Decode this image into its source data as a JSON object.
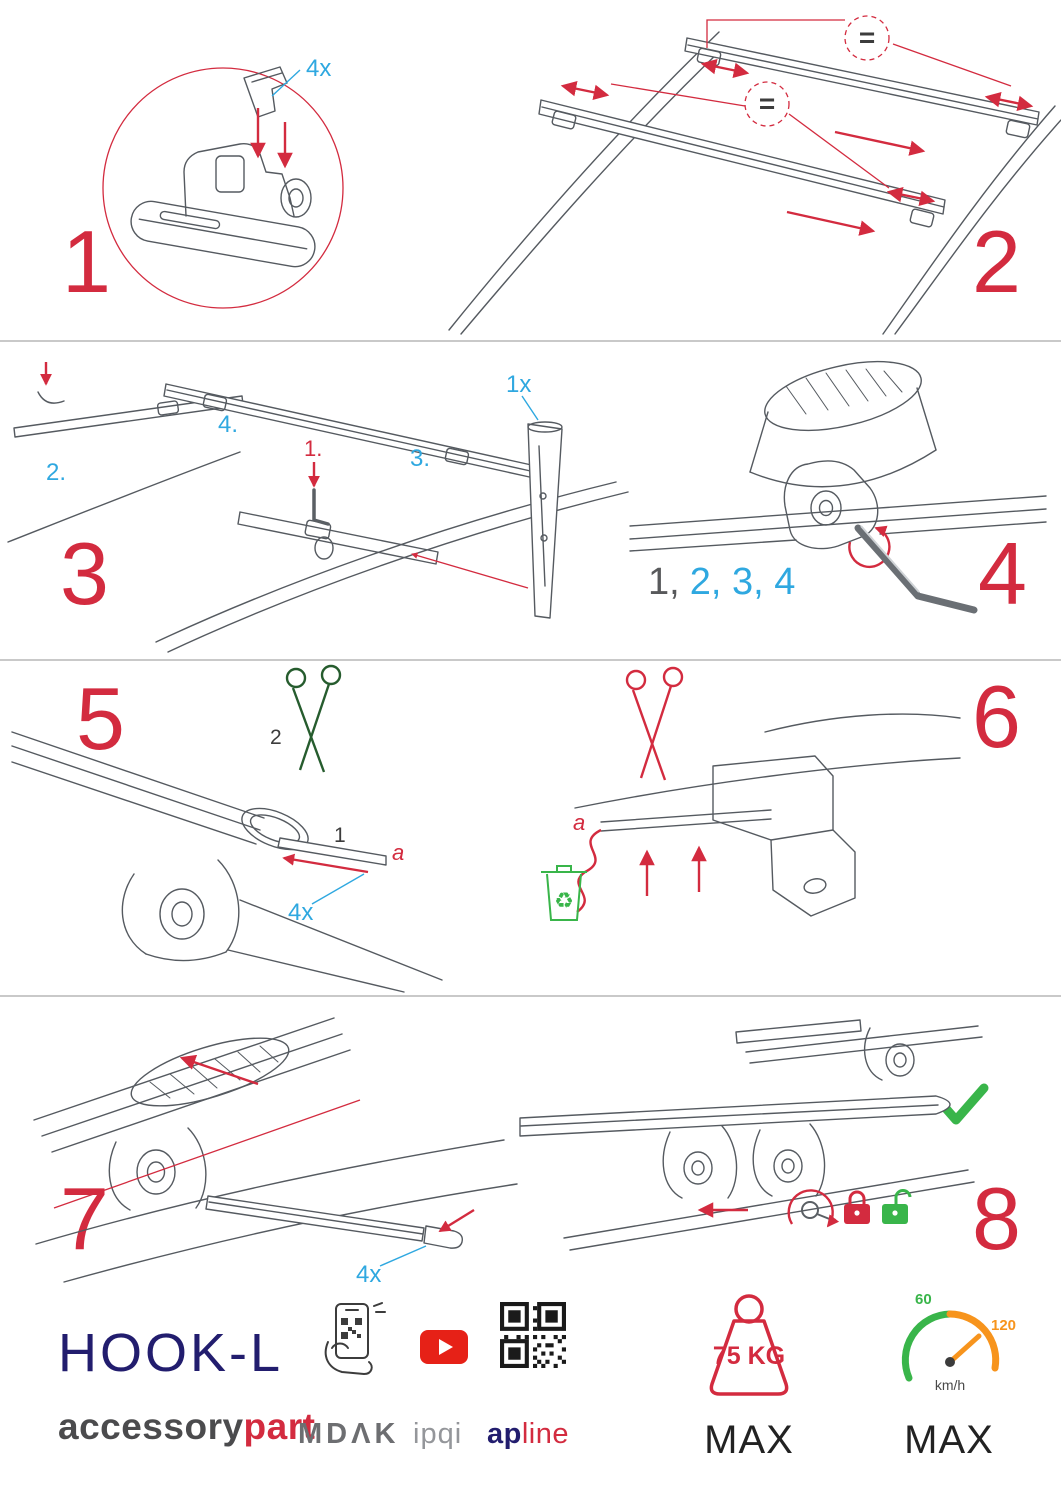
{
  "document": {
    "type": "assembly-instructions",
    "product": "HOOK-L"
  },
  "colors": {
    "red": "#d32b3f",
    "blue": "#2fa8e0",
    "navy": "#221d6e",
    "green": "#39b54a",
    "dark_green": "#265c2e",
    "orange": "#f7941d",
    "youtube_red": "#e62117",
    "ink": "#555a60",
    "divider": "#c9c9c9",
    "label_gray": "#58595b",
    "logo_gray": "#6d6e71",
    "logo_light_gray": "#94969a"
  },
  "steps": {
    "s1": {
      "number": "1",
      "qty": "4x"
    },
    "s2": {
      "number": "2",
      "equal": "="
    },
    "s3": {
      "number": "3",
      "qty": "1x",
      "sub1": "1.",
      "sub2": "2.",
      "sub3": "3.",
      "sub4": "4."
    },
    "s4": {
      "number": "4",
      "seq_first": "1,",
      "seq_rest": "2, 3, 4"
    },
    "s5": {
      "number": "5",
      "label_two": "2",
      "label_one": "1",
      "label_a": "a",
      "qty": "4x"
    },
    "s6": {
      "number": "6",
      "label_a": "a",
      "recycle": "♻"
    },
    "s7": {
      "number": "7",
      "qty": "4x"
    },
    "s8": {
      "number": "8"
    }
  },
  "footer": {
    "product_name": "HOOK-L",
    "brand_first": "accessory",
    "brand_second": "part",
    "logo_mdak": "MDΛK",
    "logo_ipqi": "ipqi",
    "logo_ap": "ap",
    "logo_line": "line",
    "weight": {
      "value": "75 KG",
      "max": "MAX"
    },
    "speed": {
      "low": "60",
      "high": "120",
      "unit": "km/h",
      "max": "MAX"
    }
  }
}
